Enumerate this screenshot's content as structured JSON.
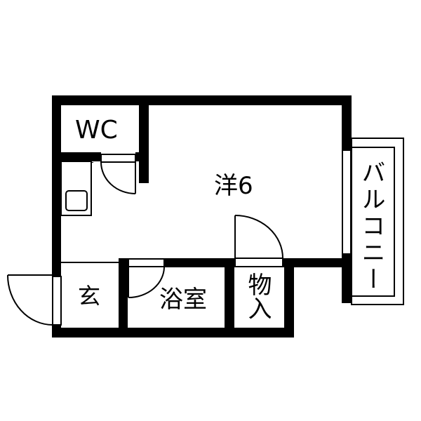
{
  "floor_plan": {
    "layout": "1R",
    "colors": {
      "wall": "#000000",
      "background": "#ffffff",
      "line": "#000000"
    },
    "rooms": {
      "wc": {
        "label": "WC"
      },
      "western_room": {
        "label": "洋6",
        "type": "Western-style room",
        "size_jo": 6
      },
      "entrance": {
        "label": "玄"
      },
      "bathroom": {
        "label": "浴室"
      },
      "storage": {
        "label": "物入"
      },
      "balcony": {
        "label": "バルコニー"
      },
      "kitchen": {
        "label": ""
      }
    }
  }
}
